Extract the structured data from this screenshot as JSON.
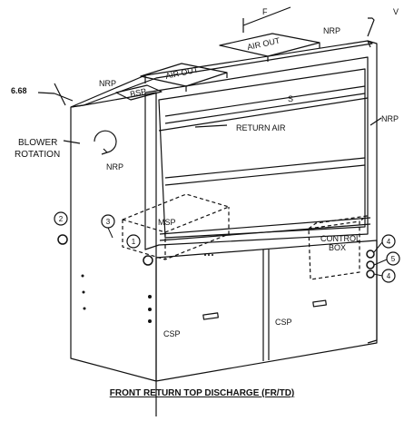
{
  "labels": {
    "dim_top_left": "6.68",
    "dim_f": "F",
    "dim_v": "V",
    "dim_s": "S",
    "nrp_top_right": "NRP",
    "nrp_top_left": "NRP",
    "nrp_side": "NRP",
    "nrp_right": "NRP",
    "bsp": "BSP",
    "air_out_left": "AIR OUT",
    "air_out_right": "AIR OUT",
    "return_air": "RETURN AIR",
    "blower_rotation_line1": "BLOWER",
    "blower_rotation_line2": "ROTATION",
    "msp": "MSP",
    "control_box_line1": "CONTROL",
    "control_box_line2": "BOX",
    "csp_left": "CSP",
    "csp_right": "CSP"
  },
  "callouts": [
    "1",
    "2",
    "3",
    "4",
    "5",
    "4"
  ],
  "caption": "FRONT RETURN TOP DISCHARGE (FR/TD)"
}
